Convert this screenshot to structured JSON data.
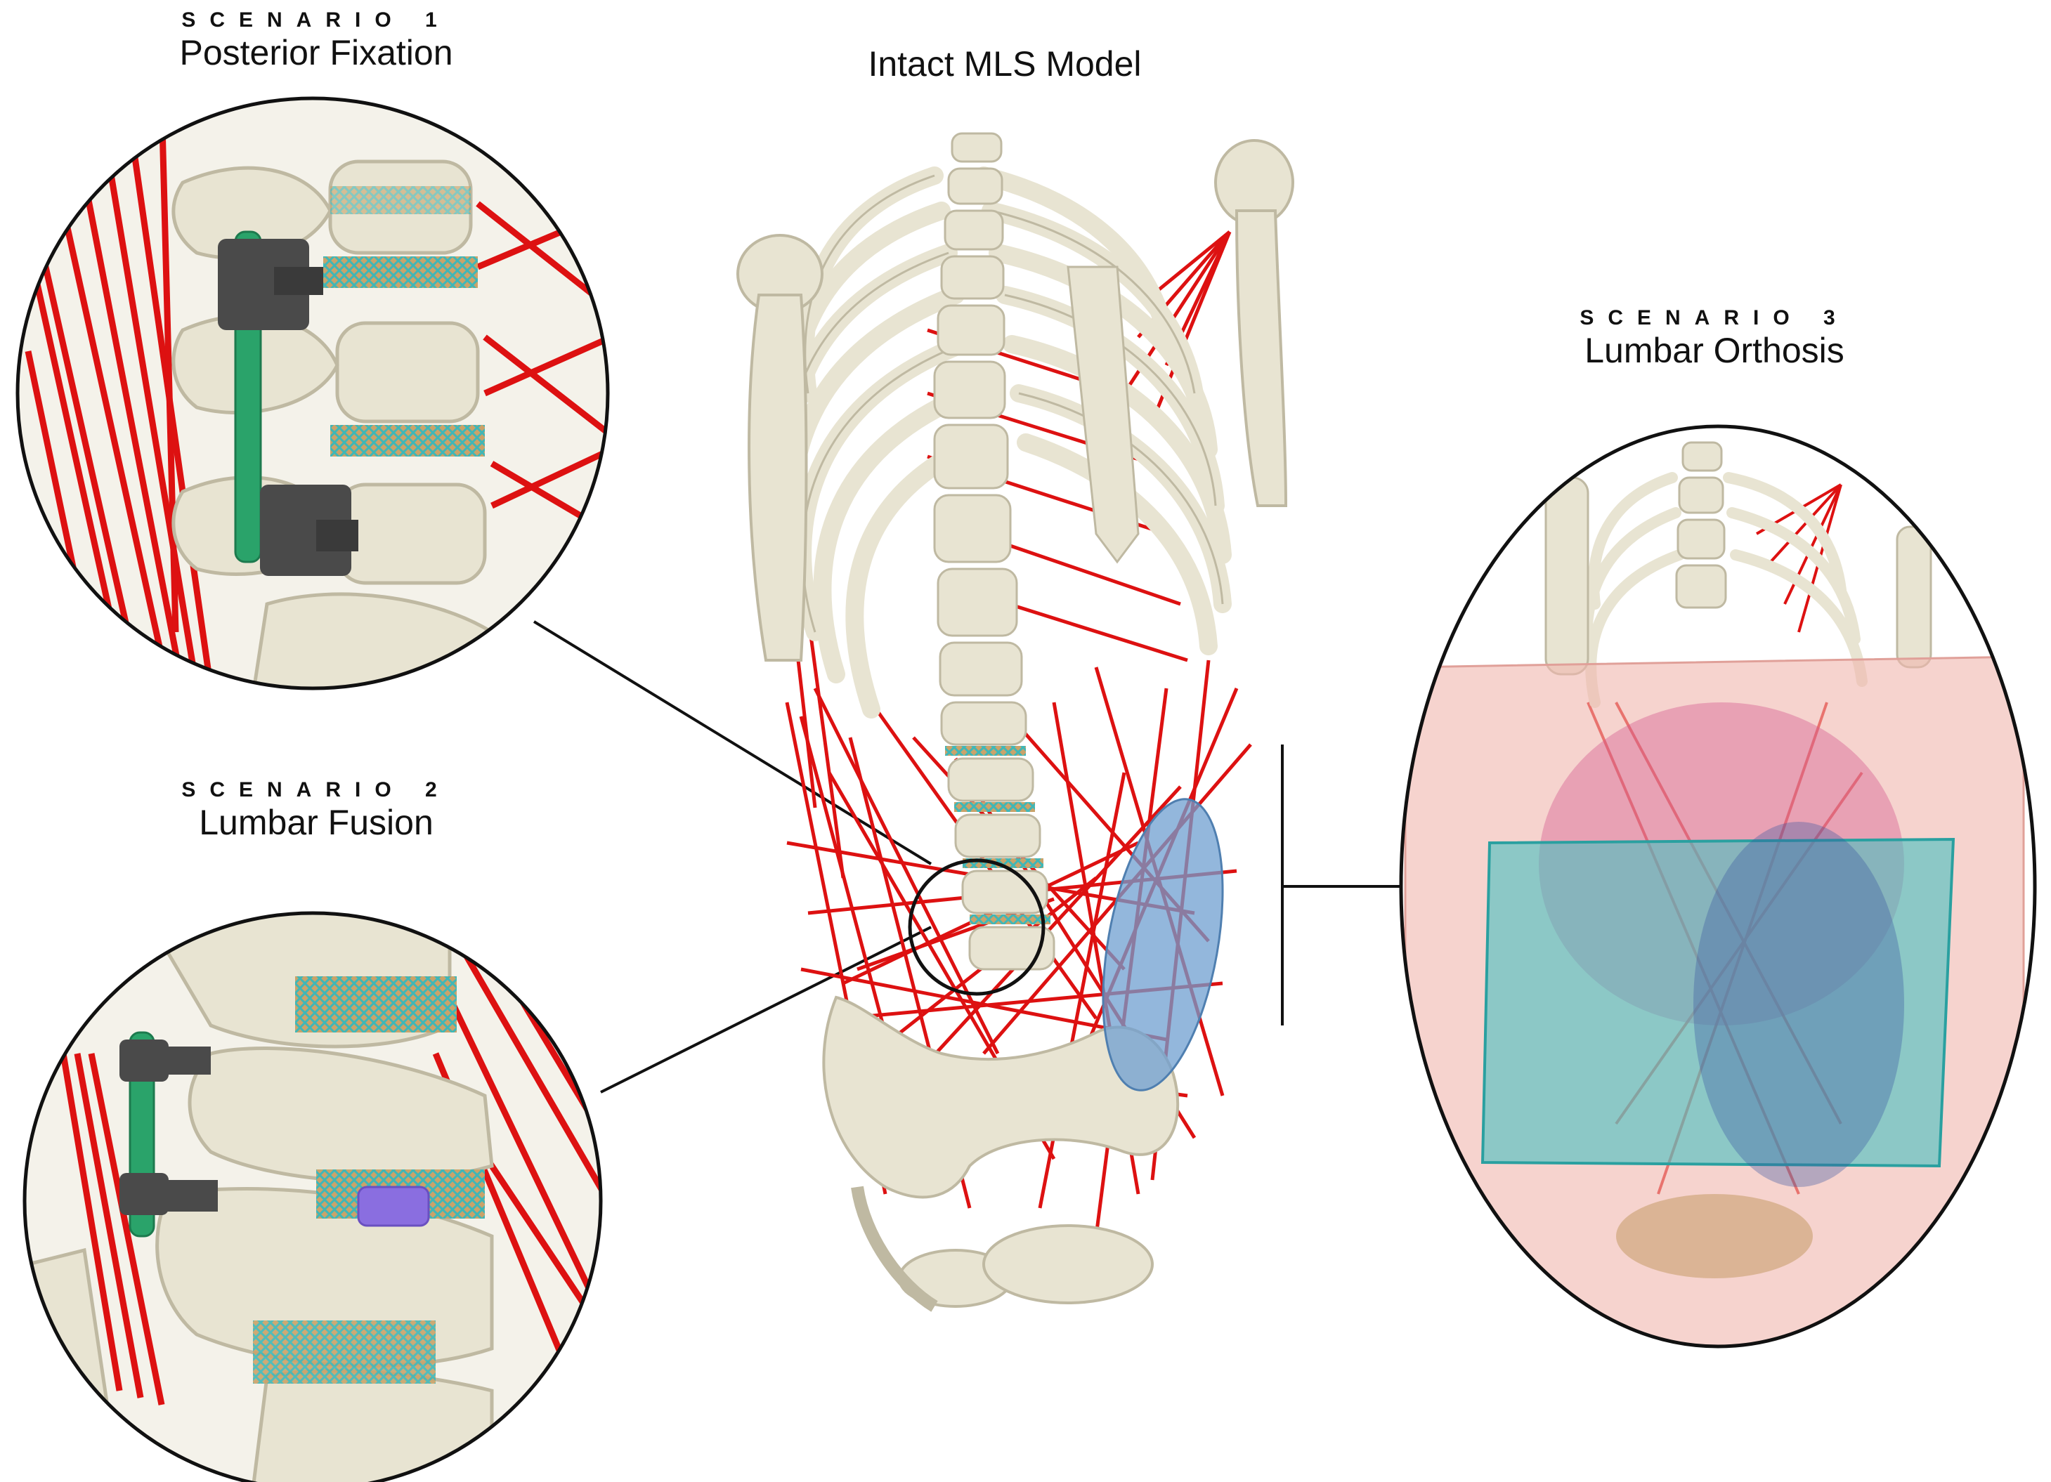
{
  "center": {
    "title": "Intact MLS Model"
  },
  "scenarios": [
    {
      "kicker": "SCENARIO 1",
      "title": "Posterior Fixation"
    },
    {
      "kicker": "SCENARIO 2",
      "title": "Lumbar Fusion"
    },
    {
      "kicker": "SCENARIO 3",
      "title": "Lumbar Orthosis"
    }
  ],
  "colors": {
    "bone": "#e8e4d2",
    "bone_shade": "#bfb9a2",
    "muscle": "#dd1111",
    "rod": "#2aa36a",
    "screw": "#4a4a4a",
    "cage": "#8a6ee0",
    "disc_mesh": "#3fb7b7",
    "orthosis_upper": "#f0b6ad",
    "orthosis_band": "#46c2c2",
    "abdomen_pad": "#6f9fd0"
  },
  "icons": [
    "spine-zoom-icon",
    "rib-cage-icon",
    "pelvis-icon"
  ]
}
